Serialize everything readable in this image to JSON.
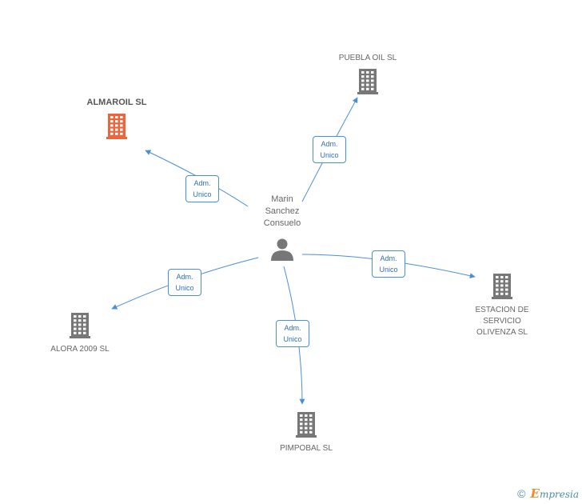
{
  "center": {
    "name_lines": [
      "Marin",
      "Sanchez",
      "Consuelo"
    ],
    "icon": "person-icon"
  },
  "companies": [
    {
      "id": "almaroil",
      "lines": [
        "ALMAROIL SL"
      ],
      "highlight": true,
      "icon": "building-icon",
      "color": "#f0643c"
    },
    {
      "id": "puebla-oil",
      "lines": [
        "PUEBLA OIL SL"
      ],
      "highlight": false,
      "icon": "building-icon",
      "color": "#777777"
    },
    {
      "id": "estacion",
      "lines": [
        "ESTACION DE",
        "SERVICIO",
        "OLIVENZA SL"
      ],
      "highlight": false,
      "icon": "building-icon",
      "color": "#777777"
    },
    {
      "id": "alora",
      "lines": [
        "ALORA 2009 SL"
      ],
      "highlight": false,
      "icon": "building-icon",
      "color": "#777777"
    },
    {
      "id": "pimpobal",
      "lines": [
        "PIMPOBAL SL"
      ],
      "highlight": false,
      "icon": "building-icon",
      "color": "#777777"
    }
  ],
  "edges": [
    {
      "to": "almaroil",
      "role_lines": [
        "Adm.",
        "Unico"
      ]
    },
    {
      "to": "puebla-oil",
      "role_lines": [
        "Adm.",
        "Unico"
      ]
    },
    {
      "to": "estacion",
      "role_lines": [
        "Adm.",
        "Unico"
      ]
    },
    {
      "to": "alora",
      "role_lines": [
        "Adm.",
        "Unico"
      ]
    },
    {
      "to": "pimpobal",
      "role_lines": [
        "Adm.",
        "Unico"
      ]
    }
  ],
  "colors": {
    "edge": "#4a90d9",
    "node": "#777777",
    "highlight": "#f0643c"
  },
  "brand": {
    "copyright": "©",
    "initial": "E",
    "rest": "mpresia"
  }
}
